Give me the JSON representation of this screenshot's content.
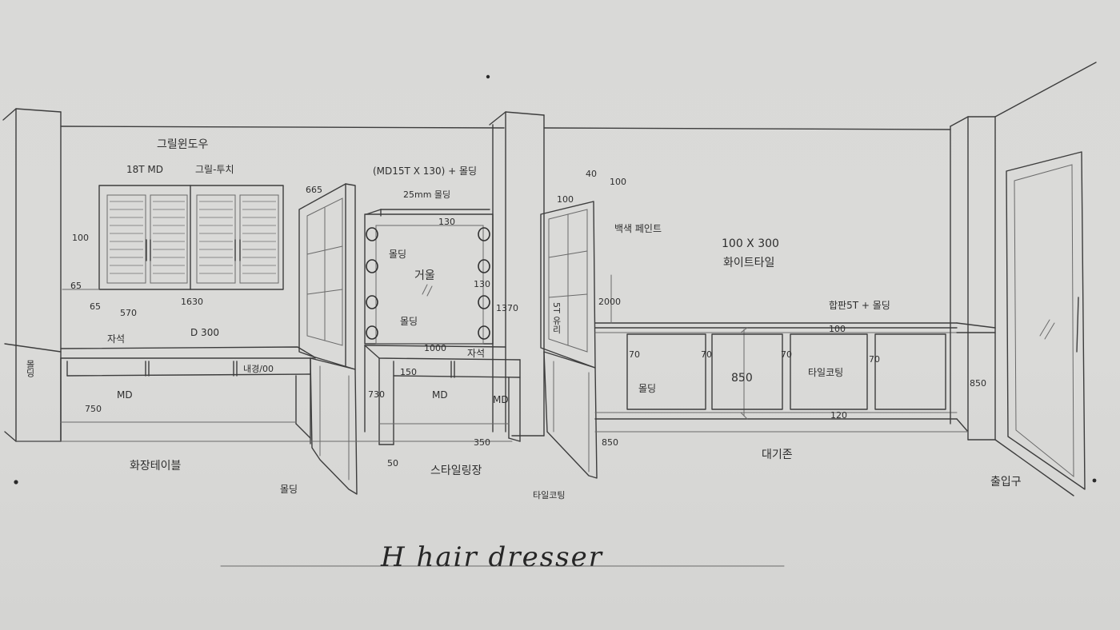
{
  "sheet": {
    "title": "H hair dresser",
    "zones": {
      "makeup_table": "화장테이블",
      "styling_unit": "스타일링장",
      "waiting": "대기존",
      "entrance": "출입구"
    },
    "annotations": {
      "glass_window": "그릴윈도우",
      "mdf_18t": "18T MD",
      "grill_paint": "그릴-투치",
      "mirror_frame": "(MD15T X 130) + 몰딩",
      "molding_25": "25mm 몰딩",
      "dim_130": "130",
      "molding_in_mirror": "몰딩",
      "mirror_word": "거울",
      "dim_130_side": "130",
      "dim_1370": "1370",
      "molding_bottom": "몰딩",
      "dim_1000": "1000",
      "drawer_top": "자석",
      "table_drawer": "자석",
      "drawer_d300": "D 300",
      "drawer_detail": "내경/00",
      "dim_150": "150",
      "md_mark": "MD",
      "md_mark_right": "MD",
      "md_under_table": "MD",
      "dim_730": "730",
      "dim_50": "50",
      "dim_350": "350",
      "dim_40": "40",
      "dim_100_door": "100",
      "dim_100_top": "100",
      "white_paint": "백색 페인트",
      "tile": "100 X 300",
      "tile_desc": "화이트타일",
      "door_5t": "5T 유리",
      "dim_2000": "2000",
      "panel_material": "합판5T + 몰딩",
      "dim_100_panel": "100",
      "dim_70_a": "70",
      "dim_70_b": "70",
      "dim_70_c": "70",
      "dim_70_d": "70",
      "molding_panel": "몰딩",
      "dim_850": "850",
      "tile_panel": "타일코팅",
      "dim_120": "120",
      "dim_850_left": "850",
      "dim_850_right": "850",
      "tile_floor": "타일코팅",
      "left_dim_100": "100",
      "left_dim_65a": "65",
      "left_dim_65b": "65",
      "window_w_570": "570",
      "window_w_1630": "1630",
      "left_molding": "몰딩",
      "dim_750": "750",
      "md_table": "MD",
      "door_665": "665",
      "door_molding": "몰딩"
    }
  }
}
